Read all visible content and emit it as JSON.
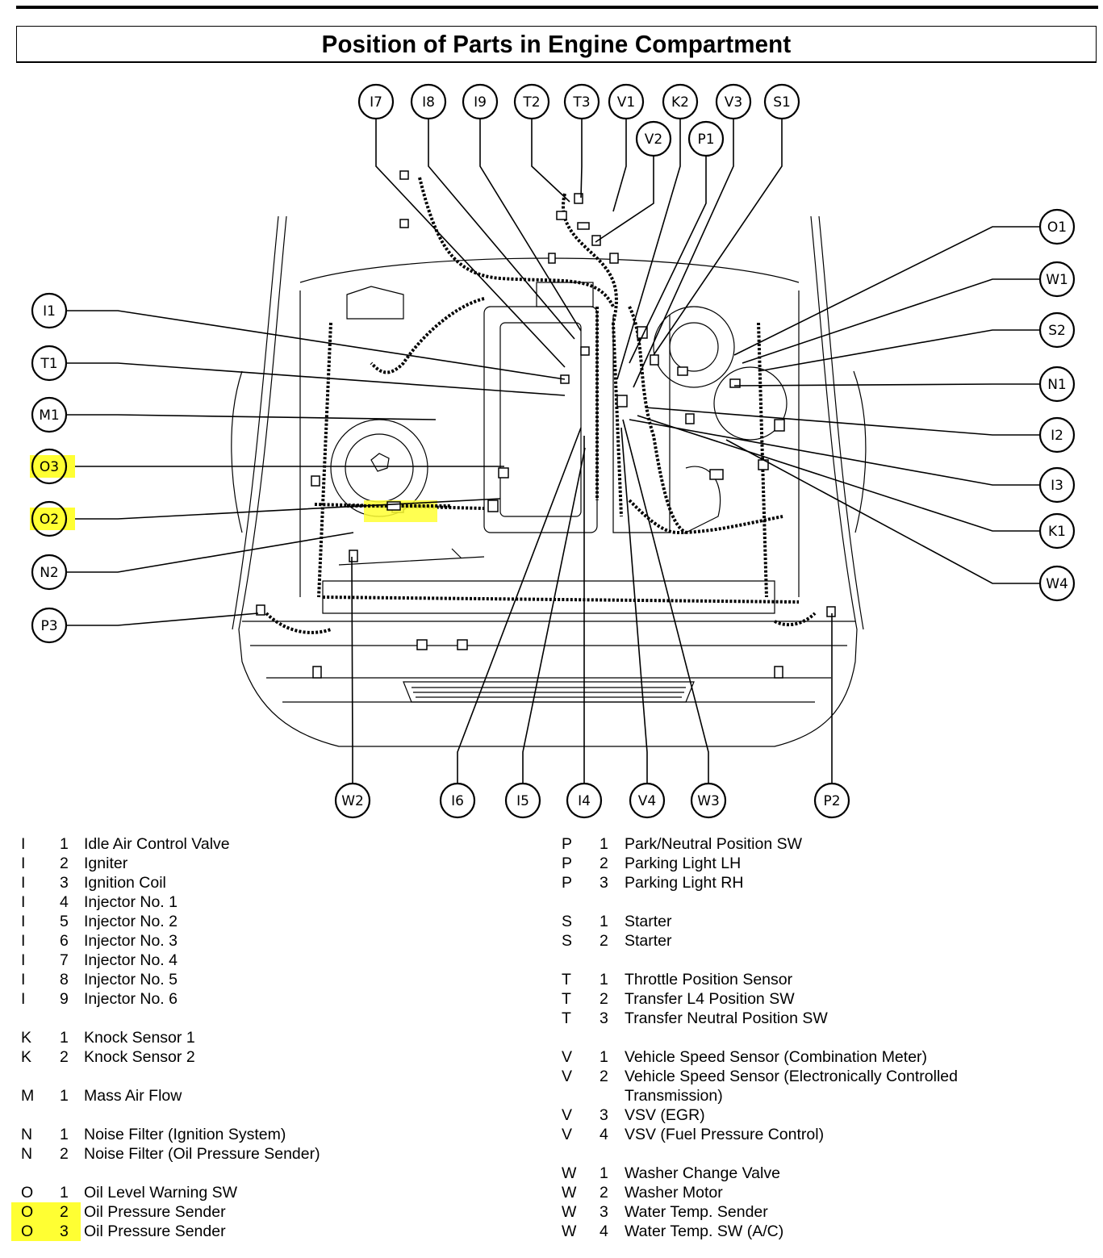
{
  "title": "Position of Parts in Engine Compartment",
  "highlight_color": "#ffff33",
  "callouts": {
    "top": [
      "I7",
      "I8",
      "I9",
      "T2",
      "T3",
      "V1",
      "V2",
      "K2",
      "P1",
      "V3",
      "S1"
    ],
    "left": [
      "I1",
      "T1",
      "M1",
      "O3",
      "O2",
      "N2",
      "P3"
    ],
    "right": [
      "O1",
      "W1",
      "S2",
      "N1",
      "I2",
      "I3",
      "K1",
      "W4"
    ],
    "bottom": [
      "W2",
      "I6",
      "I5",
      "I4",
      "V4",
      "W3",
      "P2"
    ],
    "highlighted": [
      "O2",
      "O3"
    ]
  },
  "legend_left": [
    {
      "letter": "I",
      "num": "1",
      "desc": "Idle Air Control Valve"
    },
    {
      "letter": "I",
      "num": "2",
      "desc": "Igniter"
    },
    {
      "letter": "I",
      "num": "3",
      "desc": "Ignition Coil"
    },
    {
      "letter": "I",
      "num": "4",
      "desc": "Injector No. 1"
    },
    {
      "letter": "I",
      "num": "5",
      "desc": "Injector No. 2"
    },
    {
      "letter": "I",
      "num": "6",
      "desc": "Injector No. 3"
    },
    {
      "letter": "I",
      "num": "7",
      "desc": "Injector No. 4"
    },
    {
      "letter": "I",
      "num": "8",
      "desc": "Injector No. 5"
    },
    {
      "letter": "I",
      "num": "9",
      "desc": "Injector No. 6"
    },
    {
      "letter": "K",
      "num": "1",
      "desc": "Knock Sensor 1"
    },
    {
      "letter": "K",
      "num": "2",
      "desc": "Knock Sensor 2"
    },
    {
      "letter": "M",
      "num": "1",
      "desc": "Mass Air Flow"
    },
    {
      "letter": "N",
      "num": "1",
      "desc": "Noise Filter (Ignition System)"
    },
    {
      "letter": "N",
      "num": "2",
      "desc": "Noise Filter (Oil Pressure Sender)"
    },
    {
      "letter": "O",
      "num": "1",
      "desc": "Oil Level Warning SW"
    },
    {
      "letter": "O",
      "num": "2",
      "desc": "Oil Pressure Sender",
      "highlighted": true
    },
    {
      "letter": "O",
      "num": "3",
      "desc": "Oil Pressure Sender",
      "highlighted": true
    }
  ],
  "legend_right": [
    {
      "letter": "P",
      "num": "1",
      "desc": "Park/Neutral Position SW"
    },
    {
      "letter": "P",
      "num": "2",
      "desc": "Parking Light LH"
    },
    {
      "letter": "P",
      "num": "3",
      "desc": "Parking Light RH"
    },
    {
      "letter": "S",
      "num": "1",
      "desc": "Starter"
    },
    {
      "letter": "S",
      "num": "2",
      "desc": "Starter"
    },
    {
      "letter": "T",
      "num": "1",
      "desc": "Throttle Position Sensor"
    },
    {
      "letter": "T",
      "num": "2",
      "desc": "Transfer L4 Position SW"
    },
    {
      "letter": "T",
      "num": "3",
      "desc": "Transfer Neutral Position SW"
    },
    {
      "letter": "V",
      "num": "1",
      "desc": "Vehicle Speed Sensor (Combination Meter)"
    },
    {
      "letter": "V",
      "num": "2",
      "desc": "Vehicle Speed Sensor (Electronically Controlled Transmission)"
    },
    {
      "letter": "V",
      "num": "3",
      "desc": "VSV (EGR)"
    },
    {
      "letter": "V",
      "num": "4",
      "desc": "VSV (Fuel Pressure Control)"
    },
    {
      "letter": "W",
      "num": "1",
      "desc": "Washer Change Valve"
    },
    {
      "letter": "W",
      "num": "2",
      "desc": "Washer Motor"
    },
    {
      "letter": "W",
      "num": "3",
      "desc": "Water Temp. Sender"
    },
    {
      "letter": "W",
      "num": "4",
      "desc": "Water Temp. SW (A/C)"
    }
  ]
}
